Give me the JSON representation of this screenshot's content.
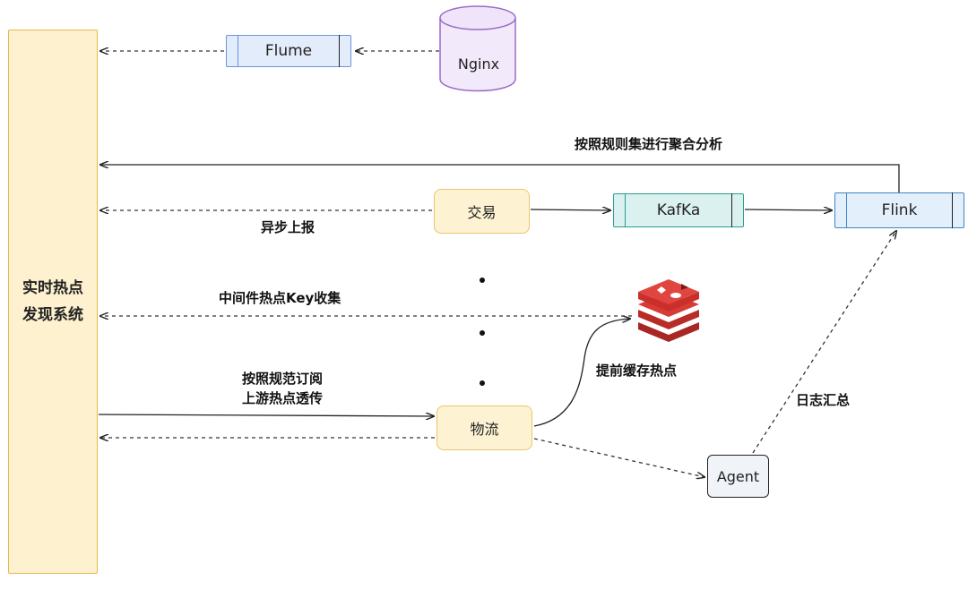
{
  "system": {
    "line1": "实时热点",
    "line2": "发现系统"
  },
  "nodes": {
    "flume": "Flume",
    "nginx": "Nginx",
    "trade": "交易",
    "kafka": "KafKa",
    "flink": "Flink",
    "logistics": "物流",
    "agent": "Agent"
  },
  "labels": {
    "aggregate": "按照规则集进行聚合分析",
    "async_report": "异步上报",
    "middleware_key": "中间件热点Key收集",
    "subscribe_line1": "按照规范订阅",
    "subscribe_line2": "上游热点透传",
    "cache_hot": "提前缓存热点",
    "log_summary": "日志汇总"
  },
  "colors": {
    "system_fill": "#fdf1cf",
    "system_border": "#e8b64a",
    "flume_border": "#6b95dc",
    "kafka_border": "#2a9d90",
    "flink_border": "#3d86c8",
    "nginx_border": "#9a6bc8",
    "redis": "#c9302c",
    "service_fill": "#fdf3d3"
  },
  "icons": [
    "nginx-database-icon",
    "redis-stack-icon"
  ]
}
